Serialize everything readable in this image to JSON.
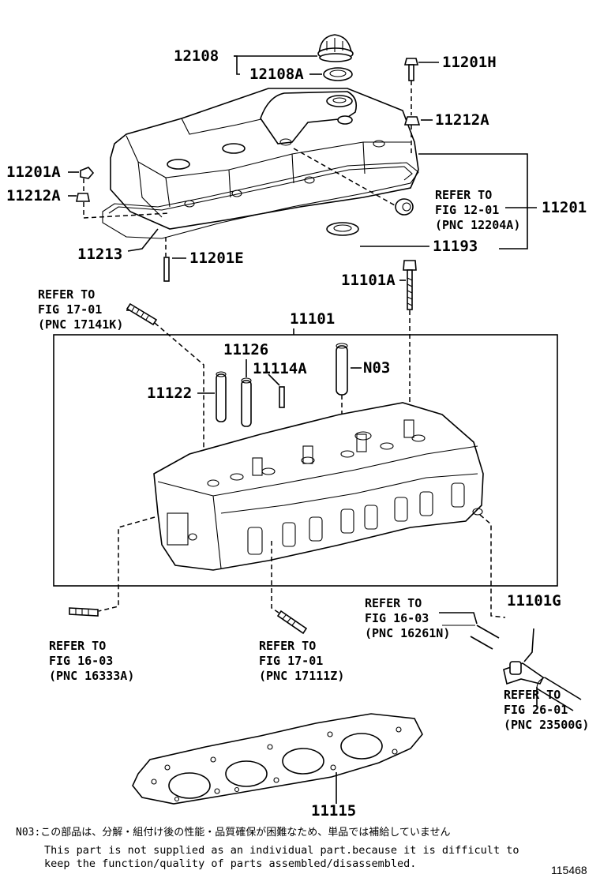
{
  "part_labels": {
    "p12108": "12108",
    "p12108a": "12108A",
    "p11201h": "11201H",
    "p11212a_r": "11212A",
    "p11201a": "11201A",
    "p11212a_l": "11212A",
    "p11201": "11201",
    "p11193": "11193",
    "p11213": "11213",
    "p11201e": "11201E",
    "p11101a": "11101A",
    "p11101": "11101",
    "p11126": "11126",
    "p11114a": "11114A",
    "pn03": "N03",
    "p11122": "11122",
    "p11101g": "11101G",
    "p11115": "11115"
  },
  "references": {
    "ref_12_01": [
      "REFER TO",
      "FIG 12-01",
      "(PNC 12204A)"
    ],
    "ref_17_01_top": [
      "REFER TO",
      "FIG 17-01",
      "(PNC 17141K)"
    ],
    "ref_16_03_right": [
      "REFER TO",
      "FIG 16-03",
      "(PNC 16261N)"
    ],
    "ref_16_03_left": [
      "REFER TO",
      "FIG 16-03",
      "(PNC 16333A)"
    ],
    "ref_17_01_bottom": [
      "REFER TO",
      "FIG 17-01",
      "(PNC 17111Z)"
    ],
    "ref_26_01": [
      "REFER TO",
      "FIG 26-01",
      "(PNC 23500G)"
    ]
  },
  "footnote": {
    "jp": "N03:この部品は、分解・組付け後の性能・品質確保が困難なため、単品では補給していません",
    "en_line1": "This part is not supplied as an individual part.because it is difficult to",
    "en_line2": "keep the function/quality of parts assembled/disassembled."
  },
  "figure_id": "115468"
}
